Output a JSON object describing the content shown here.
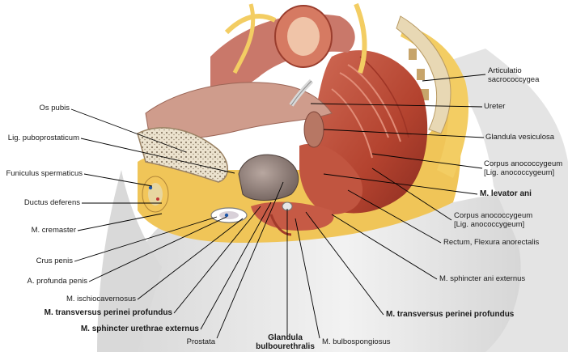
{
  "labels": {
    "os_pubis": "Os pubis",
    "lig_puboprostaticum": "Lig. puboprostaticum",
    "funiculus_spermaticus": "Funiculus spermaticus",
    "ductus_deferens": "Ductus deferens",
    "m_cremaster": "M. cremaster",
    "crus_penis": "Crus penis",
    "a_profunda_penis": "A. profunda penis",
    "m_ischiocavernosus": "M. ischiocavernosus",
    "m_transversus_perinei_profundus_left": "M. transversus perinei profundus",
    "m_sphincter_urethrae_externus": "M. sphincter urethrae externus",
    "prostata": "Prostata",
    "glandula_bulbourethralis_1": "Glandula",
    "glandula_bulbourethralis_2": "bulbourethralis",
    "m_bulbospongiosus": "M. bulbospongiosus",
    "m_transversus_perinei_profundus_right": "M. transversus perinei profundus",
    "m_sphincter_ani_externus": "M. sphincter ani externus",
    "rectum_flexura_anorectalis": "Rectum, Flexura anorectalis",
    "corpus_anococcygeum_lower_1": "Corpus anococcygeum",
    "corpus_anococcygeum_lower_2": "[Lig. anococcygeum]",
    "m_levator_ani": "M. levator ani",
    "corpus_anococcygeum_upper_1": "Corpus anococcygeum",
    "corpus_anococcygeum_upper_2": "[Lig. anococcygeum]",
    "glandula_vesiculosa": "Glandula vesiculosa",
    "ureter": "Ureter",
    "articulatio_sacrococcygea_1": "Articulatio",
    "articulatio_sacrococcygea_2": "sacrococcygea"
  },
  "colors": {
    "background": "#ffffff",
    "muscle": "#b94a3a",
    "muscle_dark": "#8e3024",
    "fat": "#f2c65a",
    "bone": "#e9dcc0",
    "skin": "#e8e8e8",
    "leader_line": "#000000"
  }
}
